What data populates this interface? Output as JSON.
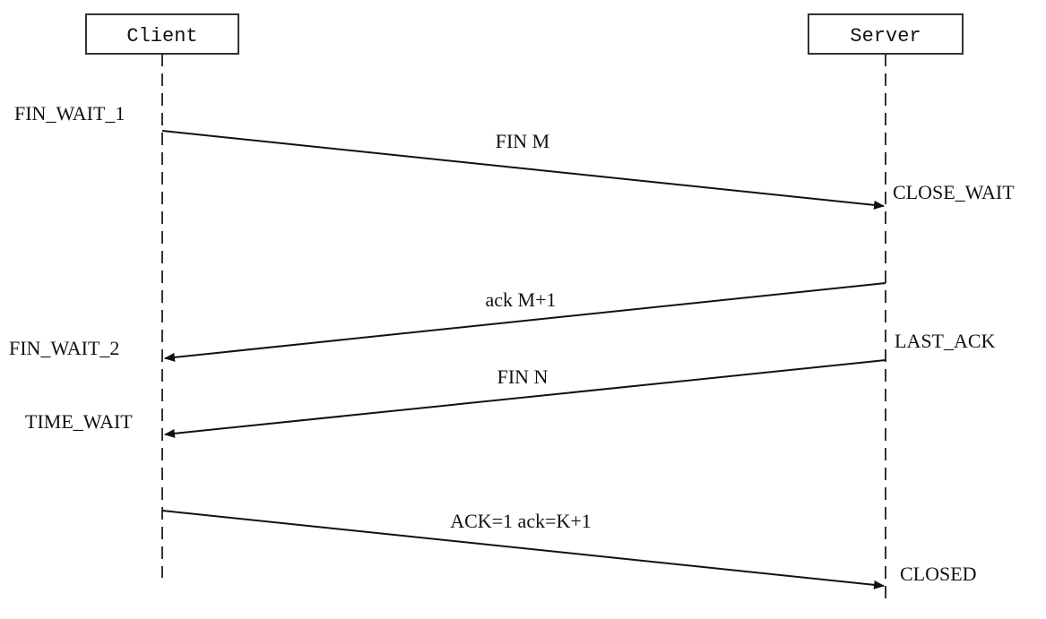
{
  "participants": {
    "client": "Client",
    "server": "Server"
  },
  "client_states": {
    "fin_wait_1": "FIN_WAIT_1",
    "fin_wait_2": "FIN_WAIT_2",
    "time_wait": "TIME_WAIT"
  },
  "server_states": {
    "close_wait": "CLOSE_WAIT",
    "last_ack": "LAST_ACK",
    "closed": "CLOSED"
  },
  "messages": {
    "fin_m": "FIN M",
    "ack_m1": "ack M+1",
    "fin_n": "FIN N",
    "final_ack": "ACK=1 ack=K+1"
  }
}
